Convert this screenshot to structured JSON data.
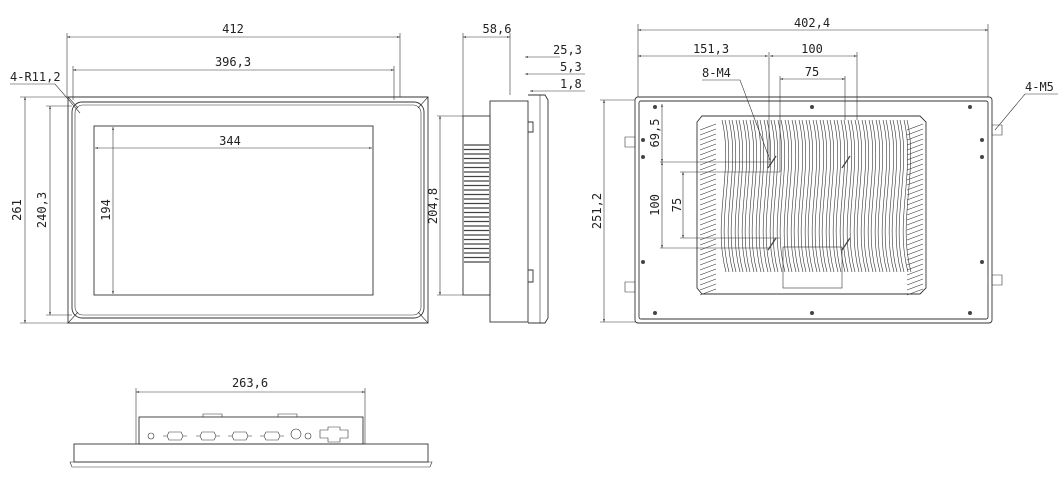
{
  "front_view": {
    "overall_width": "412",
    "bezel_width": "396,3",
    "display_width": "344",
    "display_height": "194",
    "overall_height": "261",
    "bezel_height": "240,3",
    "corner_radius": "4-R11,2"
  },
  "side_view": {
    "overall_depth": "58,6",
    "frame_depth": "25,3",
    "plate_depth": "5,3",
    "glass_depth": "1,8",
    "heatsink_height": "204,8"
  },
  "rear_view": {
    "overall_width": "402,4",
    "offset_left": "151,3",
    "vesa_large_w": "100",
    "vesa_small_w": "75",
    "vesa_holes": "8-M4",
    "mount_holes": "4-M5",
    "overall_height": "251,2",
    "offset_top": "69,5",
    "vesa_large_h": "100",
    "vesa_small_h": "75"
  },
  "bottom_view": {
    "io_width": "263,6"
  },
  "colors": {
    "line": "#333333",
    "background": "#ffffff"
  }
}
